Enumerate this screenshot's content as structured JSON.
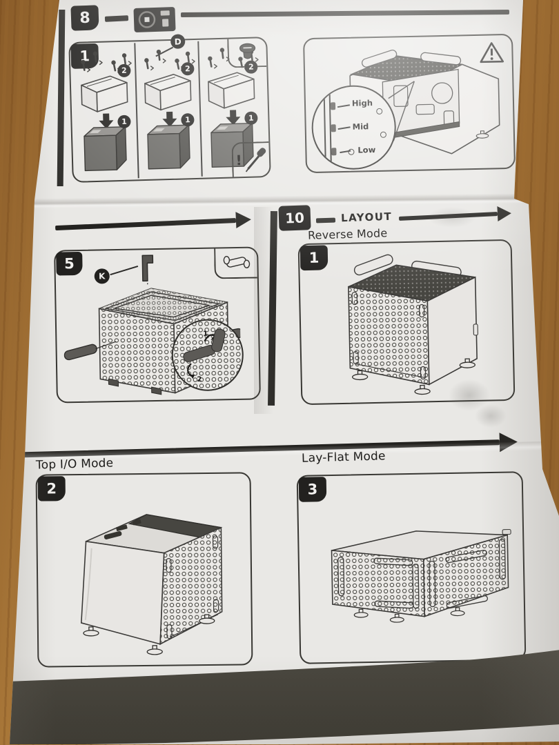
{
  "document": {
    "step8": {
      "number": "8"
    },
    "panel_psu": {
      "number": "1",
      "screw_label": "D",
      "badge_screws": "2",
      "badge_insert": "1",
      "warning_mark": "!"
    },
    "panel_position": {
      "labels": {
        "high": "High",
        "mid": "Mid",
        "low": "Low"
      }
    },
    "step5": {
      "number": "5",
      "part_label": "K",
      "magnifier_step1": "1",
      "magnifier_step2": "2"
    },
    "step10": {
      "number": "10",
      "title": "LAYOUT",
      "modes": {
        "reverse": "Reverse Mode",
        "top_io": "Top I/O Mode",
        "lay_flat": "Lay-Flat Mode"
      }
    },
    "panel_reverse": {
      "number": "1"
    },
    "panel_top_io": {
      "number": "2"
    },
    "panel_lay_flat": {
      "number": "3"
    },
    "colors": {
      "ink": "#2a2927",
      "label_bg": "#22211f",
      "paper": "#e9e8e5",
      "wood": "#a9763c",
      "footer_band": "#44413a"
    }
  }
}
